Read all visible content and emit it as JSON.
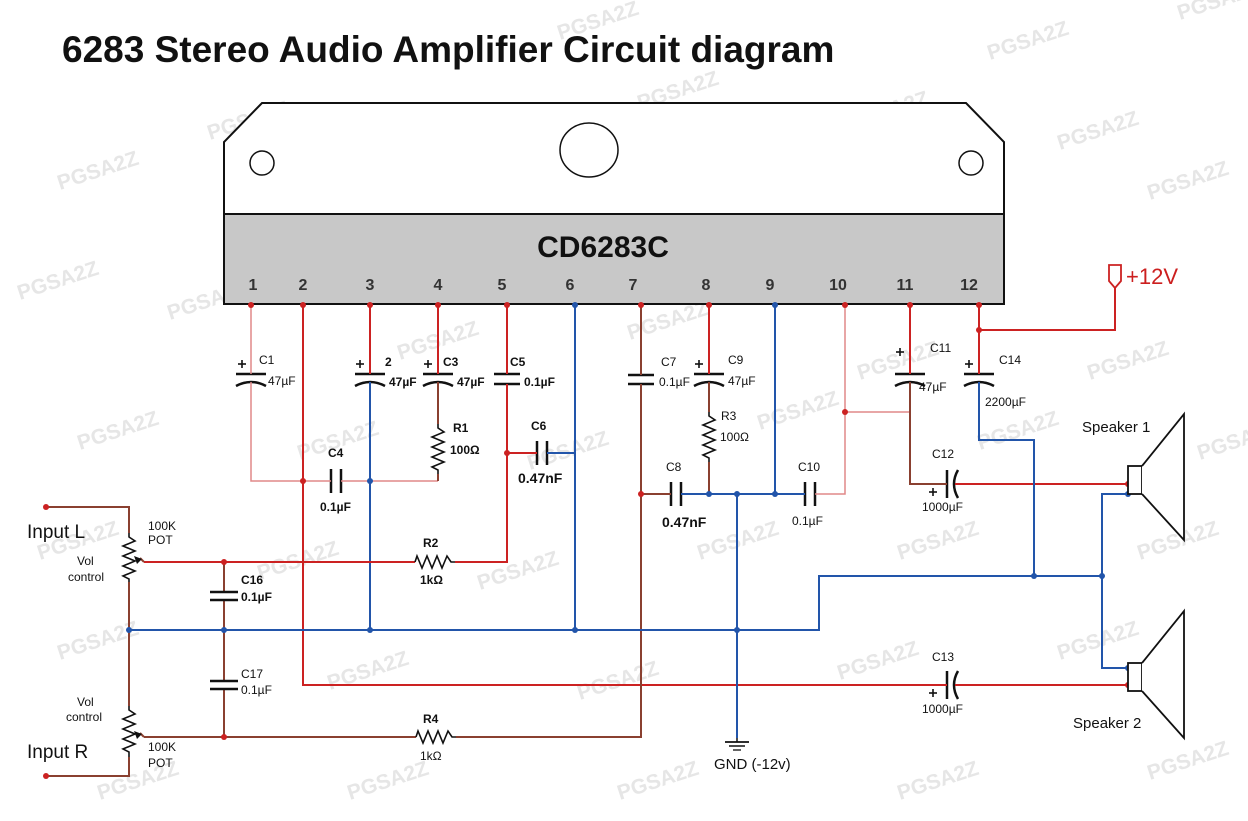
{
  "title": "6283 Stereo Audio Amplifier Circuit diagram",
  "chip_label": "CD6283C",
  "pins": [
    "1",
    "2",
    "3",
    "4",
    "5",
    "6",
    "7",
    "8",
    "9",
    "10",
    "11",
    "12"
  ],
  "power_label": "+12V",
  "ground_label": "GND (-12v)",
  "watermark": "PGSA2Z",
  "components": {
    "c1": {
      "name": "C1",
      "value": "47µF"
    },
    "c2": {
      "name": "2",
      "value": "47µF"
    },
    "c3": {
      "name": "C3",
      "value": "47µF"
    },
    "c4": {
      "name": "C4",
      "value": "0.1µF"
    },
    "c5": {
      "name": "C5",
      "value": "0.1µF"
    },
    "c6": {
      "name": "C6",
      "value": "0.47nF"
    },
    "c7": {
      "name": "C7",
      "value": "0.1µF"
    },
    "c8": {
      "name": "C8",
      "value": "0.47nF"
    },
    "c9": {
      "name": "C9",
      "value": "47µF"
    },
    "c10": {
      "name": "C10",
      "value": "0.1µF"
    },
    "c11": {
      "name": "C11",
      "value": "47µF"
    },
    "c12": {
      "name": "C12",
      "value": "1000µF"
    },
    "c13": {
      "name": "C13",
      "value": "1000µF"
    },
    "c14": {
      "name": "C14",
      "value": "2200µF"
    },
    "c16": {
      "name": "C16",
      "value": "0.1µF"
    },
    "c17": {
      "name": "C17",
      "value": "0.1µF"
    },
    "r1": {
      "name": "R1",
      "value": "100Ω"
    },
    "r2": {
      "name": "R2",
      "value": "1kΩ"
    },
    "r3": {
      "name": "R3",
      "value": "100Ω"
    },
    "r4": {
      "name": "R4",
      "value": "1kΩ"
    }
  },
  "inputs": {
    "left": "Input L",
    "right": "Input R",
    "pot_value": "100K",
    "pot_type": "POT",
    "vol_line1": "Vol",
    "vol_line2": "control"
  },
  "speakers": {
    "one": "Speaker 1",
    "two": "Speaker 2"
  },
  "colors": {
    "positive_wire": "#cc2222",
    "ground_wire": "#2255aa",
    "signal_wire": "#8a4030",
    "power_text": "#cc1f1f"
  }
}
